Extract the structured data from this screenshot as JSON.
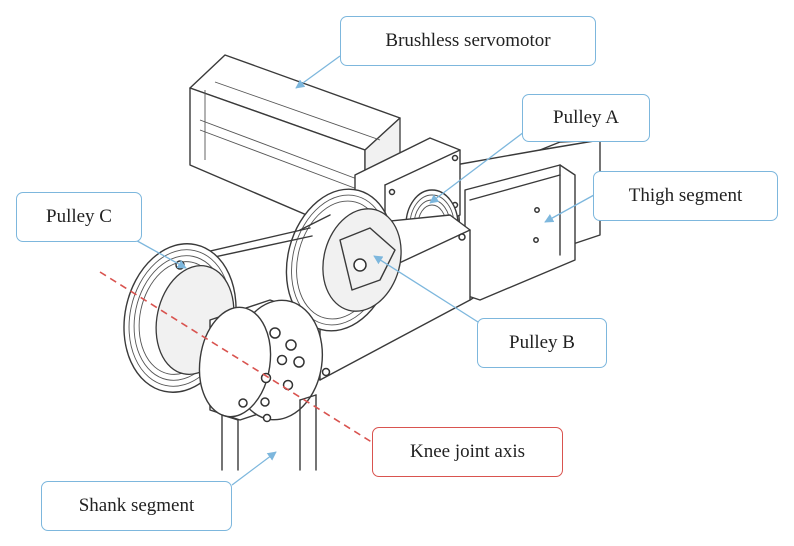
{
  "labels": {
    "brushless_servomotor": "Brushless servomotor",
    "pulley_a": "Pulley A",
    "thigh_segment": "Thigh segment",
    "pulley_c": "Pulley C",
    "pulley_b": "Pulley B",
    "knee_joint_axis": "Knee joint axis",
    "shank_segment": "Shank segment"
  },
  "colors": {
    "callout_border": "#7db7dd",
    "axis_highlight": "#d9534f",
    "line_art": "#3a3a3a"
  }
}
